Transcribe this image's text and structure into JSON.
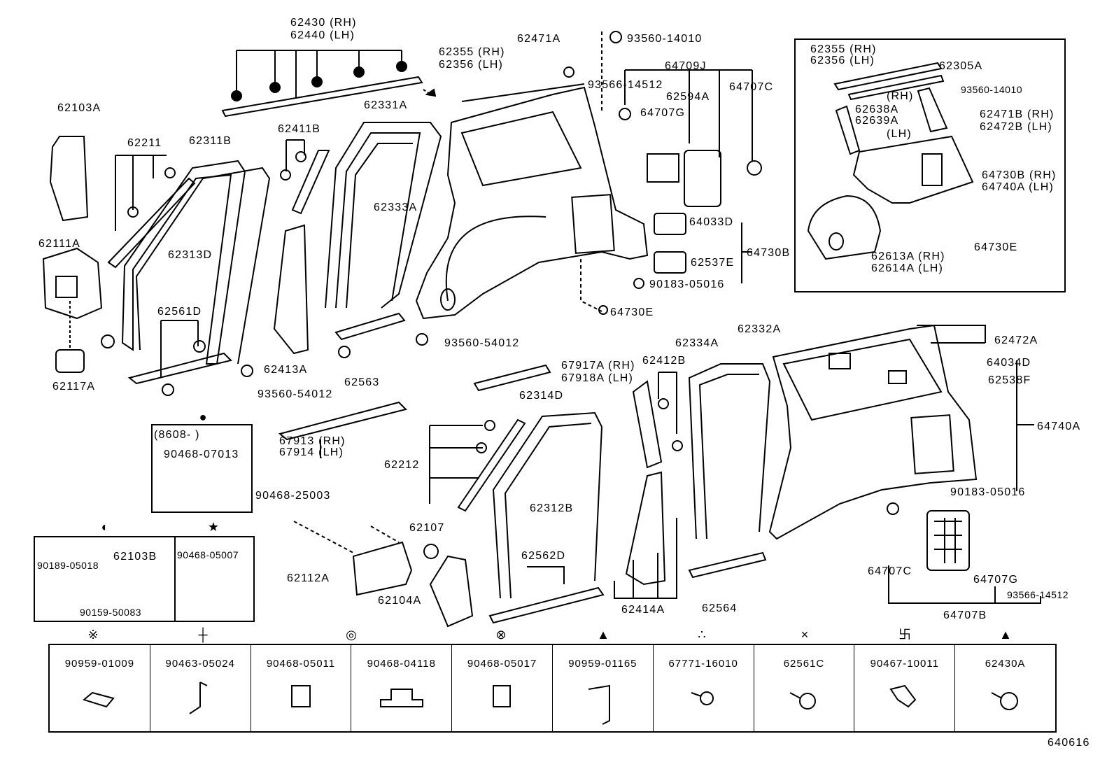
{
  "labels": [
    "62430 (RH)",
    "62440 (LH)",
    "62103A",
    "62211",
    "62311B",
    "62411B",
    "62331A",
    "62355 (RH)",
    "62356 (LH)",
    "62471A",
    "93560-14010",
    "93566-14512",
    "64709J",
    "64707C",
    "62594A",
    "64707G",
    "62333A",
    "62111A",
    "62313D",
    "64033D",
    "64730B",
    "62537E",
    "90183-05016",
    "64730E",
    "62561D",
    "62413A",
    "93560-54012",
    "62563",
    "62117A",
    "93560-54012",
    "67917A (RH)",
    "67918A (LH)",
    "62412B",
    "62334A",
    "62332A",
    "62472A",
    "64034D",
    "62538F",
    "64740A",
    "62314D",
    "62212",
    "67913 (RH)",
    "67914 (LH)",
    "(8608-      )",
    "90468-07013",
    "90468-25003",
    "62312B",
    "90183-05016",
    "62107",
    "62103B",
    "90468-05007",
    "90189-05018",
    "62562D",
    "62112A",
    "64707C",
    "64707G",
    "93566-14512",
    "90159-50083",
    "62104A",
    "62414A",
    "62564",
    "64707B"
  ],
  "inset": [
    "62355 (RH)",
    "62356 (LH)",
    "62305A",
    "93560-14010",
    "(RH)",
    "62638A",
    "62639A",
    "(LH)",
    "62471B (RH)",
    "62472B (LH)",
    "64730B (RH)",
    "64740A (LH)",
    "64730E",
    "62613A (RH)",
    "62614A (LH)"
  ],
  "diagram_id": "640616",
  "legend": {
    "symbols": [
      "※",
      "┼",
      "◎",
      "⊗",
      "▲",
      "∴",
      "×",
      "卐",
      "▲"
    ],
    "parts": [
      "90959-01009",
      "90463-05024",
      "90468-05011",
      "90468-04118",
      "90468-05017",
      "90959-01165",
      "67771-16010",
      "62561C",
      "90467-10011",
      "62430A"
    ]
  },
  "box_symbols": [
    "●",
    "◐",
    "★"
  ]
}
